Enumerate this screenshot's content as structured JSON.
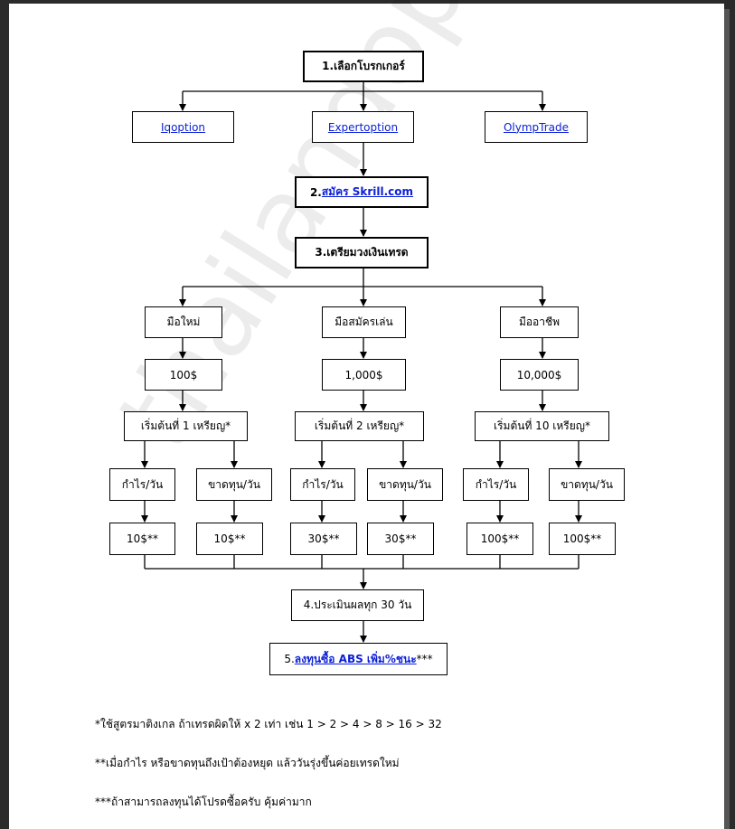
{
  "steps": {
    "step1": "1.เลือกโบรกเกอร์",
    "step2_prefix": "2.",
    "step2_link": "สมัคร Skrill.com",
    "step3": "3.เตรียมวงเงินเทรด",
    "step4": "4.ประเมินผลทุก 30 วัน",
    "step5_prefix": "5.",
    "step5_link": "ลงทุนซื้อ ABS เพิ่ม%ชนะ",
    "step5_suffix": "***"
  },
  "brokers": [
    "Iqoption",
    "Expertoption",
    "OlympTrade"
  ],
  "levels": [
    {
      "name": "มือใหม่",
      "capital": "100$",
      "start": "เริ่มต้นที่ 1 เหรียญ*",
      "profit_label": "กำไร/วัน",
      "loss_label": "ขาดทุน/วัน",
      "profit_value": "10$**",
      "loss_value": "10$**"
    },
    {
      "name": "มือสมัครเล่น",
      "capital": "1,000$",
      "start": "เริ่มต้นที่ 2 เหรียญ*",
      "profit_label": "กำไร/วัน",
      "loss_label": "ขาดทุน/วัน",
      "profit_value": "30$**",
      "loss_value": "30$**"
    },
    {
      "name": "มืออาชีพ",
      "capital": "10,000$",
      "start": "เริ่มต้นที่ 10 เหรียญ*",
      "profit_label": "กำไร/วัน",
      "loss_label": "ขาดทุน/วัน",
      "profit_value": "100$**",
      "loss_value": "100$**"
    }
  ],
  "notes": [
    "*ใช้สูตรมาติงเกล ถ้าเทรดผิดให้ x 2 เท่า เช่น 1 > 2 > 4 > 8 > 16 > 32",
    "**เมื่อกำไร หรือขาดทุนถึงเป้าต้องหยุด แล้ววันรุ่งขึ้นค่อยเทรดใหม่",
    "***ถ้าสามารถลงทุนได้โปรดซื้อครับ คุ้มค่ามาก"
  ],
  "watermark": "thailandoption.com"
}
